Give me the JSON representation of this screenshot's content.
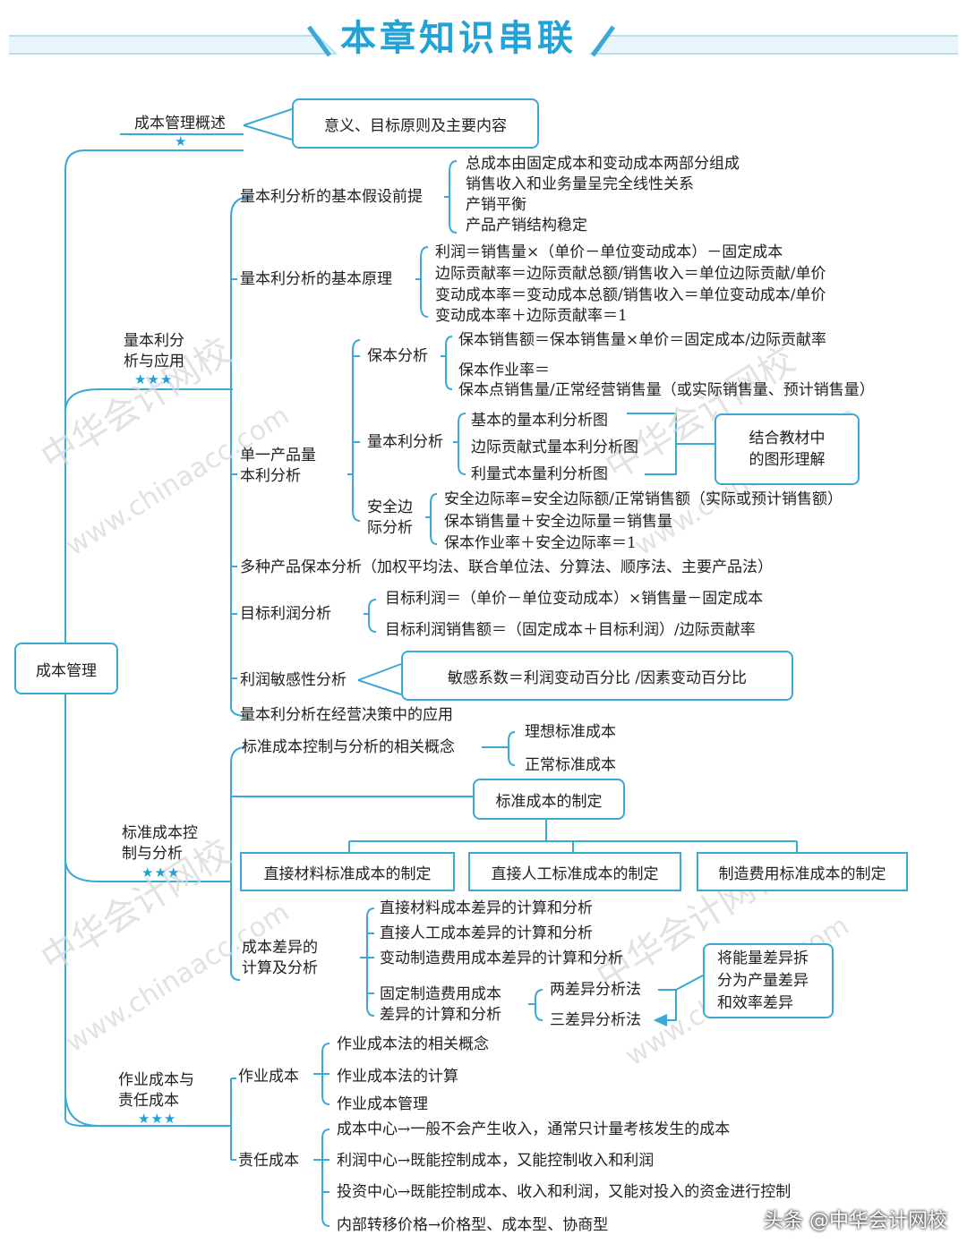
{
  "title": "本章知识串联",
  "watermark": {
    "cn": "中华会计网校",
    "url": "www.chinaacc.com"
  },
  "footer": "头条 @中华会计网校",
  "colors": {
    "accent": "#3aa9d6",
    "banner": "#22a2d6",
    "star": "#1fa1d8"
  },
  "root": "成本管理",
  "overview": {
    "label": "成本管理概述",
    "stars": "★",
    "box": "意义、目标原则及主要内容"
  },
  "cvp": {
    "label": "量本利分\n析与应用",
    "stars": "★★★",
    "assumption": {
      "label": "量本利分析的基本假设前提",
      "items": [
        "总成本由固定成本和变动成本两部分组成",
        "销售收入和业务量呈完全线性关系",
        "产销平衡",
        "产品产销结构稳定"
      ]
    },
    "principle": {
      "label": "量本利分析的基本原理",
      "items": [
        "利润＝销售量×（单价－单位变动成本）－固定成本",
        "边际贡献率＝边际贡献总额/销售收入＝单位边际贡献/单价",
        "变动成本率＝变动成本总额/销售收入＝单位变动成本/单价",
        "变动成本率＋边际贡献率＝1"
      ]
    },
    "single": {
      "label": "单一产品量\n本利分析",
      "breakeven": {
        "label": "保本分析",
        "item1": "保本销售额＝保本销售量×单价＝固定成本/边际贡献率",
        "item2a": "保本作业率＝",
        "item2b": "保本点销售量/正常经营销售量（或实际销售量、预计销售量）"
      },
      "chart": {
        "label": "量本利分析",
        "items": [
          "基本的量本利分析图",
          "边际贡献式量本利分析图",
          "利量式本量利分析图"
        ],
        "note": "结合教材中\n的图形理解"
      },
      "safety": {
        "label": "安全边\n际分析",
        "items": [
          "安全边际率=安全边际额/正常销售额（实际或预计销售额）",
          "保本销售量＋安全边际量＝销售量",
          "保本作业率＋安全边际率＝1"
        ]
      }
    },
    "multi": "多种产品保本分析（加权平均法、联合单位法、分算法、顺序法、主要产品法）",
    "target": {
      "label": "目标利润分析",
      "items": [
        "目标利润＝（单价－单位变动成本）×销售量－固定成本",
        "目标利润销售额＝（固定成本＋目标利润）/边际贡献率"
      ]
    },
    "sensitivity": {
      "label": "利润敏感性分析",
      "box": "敏感系数＝利润变动百分比 /因素变动百分比"
    },
    "decision": "量本利分析在经营决策中的应用"
  },
  "standard": {
    "label": "标准成本控\n制与分析",
    "stars": "★★★",
    "concept": {
      "label": "标准成本控制与分析的相关概念",
      "items": [
        "理想标准成本",
        "正常标准成本"
      ]
    },
    "setting": {
      "label": "标准成本的制定",
      "items": [
        "直接材料标准成本的制定",
        "直接人工标准成本的制定",
        "制造费用标准成本的制定"
      ]
    },
    "variance": {
      "label": "成本差异的\n计算及分析",
      "items": [
        "直接材料成本差异的计算和分析",
        "直接人工成本差异的计算和分析",
        "变动制造费用成本差异的计算和分析"
      ],
      "fixed": {
        "label": "固定制造费用成本\n差异的计算和分析",
        "items": [
          "两差异分析法",
          "三差异分析法"
        ],
        "note": "将能量差异拆\n分为产量差异\n和效率差异"
      }
    }
  },
  "activity": {
    "label": "作业成本与\n责任成本",
    "stars": "★★★",
    "abc": {
      "label": "作业成本",
      "items": [
        "作业成本法的相关概念",
        "作业成本法的计算",
        "作业成本管理"
      ]
    },
    "resp": {
      "label": "责任成本",
      "items": [
        "成本中心→一般不会产生收入，通常只计量考核发生的成本",
        "利润中心→既能控制成本，又能控制收入和利润",
        "投资中心→既能控制成本、收入和利润，又能对投入的资金进行控制",
        "内部转移价格→价格型、成本型、协商型"
      ]
    }
  }
}
